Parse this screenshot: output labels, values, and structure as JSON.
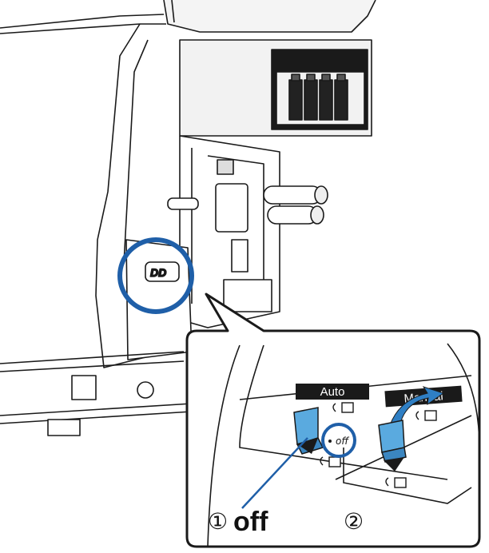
{
  "callout": {
    "auto_label": "Auto",
    "manual_label": "Manual",
    "off_label": "off",
    "step1_number": "①",
    "step1_text": "off",
    "step2_number": "②"
  },
  "colors": {
    "highlight_ring": "#1f5fa8",
    "lever": "#5aaadf",
    "arrow": "#2f7fc4"
  }
}
